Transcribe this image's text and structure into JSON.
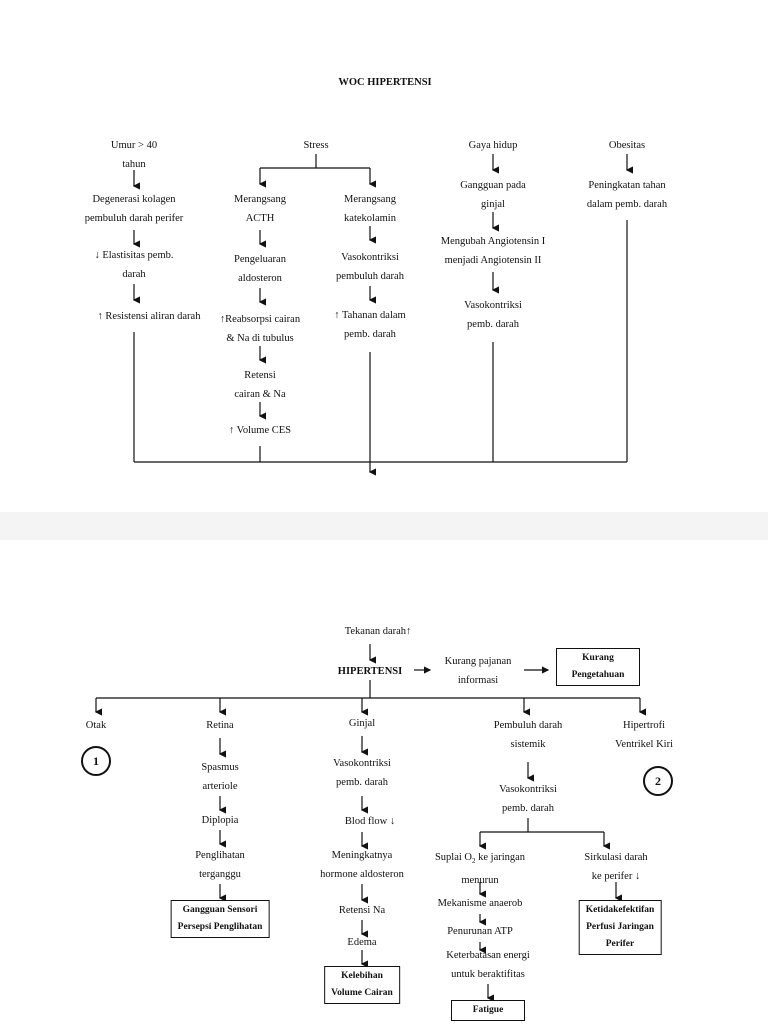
{
  "page1": {
    "title": "WOC HIPERTENSI",
    "col_umur": {
      "head": [
        "Umur > 40",
        "tahun"
      ],
      "n1": [
        "Degenerasi kolagen",
        "pembuluh darah perifer"
      ],
      "n2": [
        "Elastisitas pemb.",
        "darah"
      ],
      "n3": "Resistensi aliran darah"
    },
    "col_stress": {
      "head": "Stress",
      "a1": [
        "Merangsang",
        "ACTH"
      ],
      "a2": [
        "Pengeluaran",
        "aldosteron"
      ],
      "a3": [
        "Reabsorpsi cairan",
        "& Na di tubulus"
      ],
      "a4": [
        "Retensi",
        "cairan & Na"
      ],
      "a5": "Volume CES",
      "b1": [
        "Merangsang",
        "katekolamin"
      ],
      "b2": [
        "Vasokontriksi",
        "pembuluh darah"
      ],
      "b3": [
        "Tahanan dalam",
        "pemb. darah"
      ]
    },
    "col_gaya": {
      "head": "Gaya hidup",
      "n1": [
        "Gangguan pada",
        "ginjal"
      ],
      "n2": [
        "Mengubah Angiotensin I",
        "menjadi Angiotensin II"
      ],
      "n3": [
        "Vasokontriksi",
        "pemb. darah"
      ]
    },
    "col_obesitas": {
      "head": "Obesitas",
      "n1": [
        "Peningkatan tahan",
        "dalam pemb. darah"
      ]
    }
  },
  "page2": {
    "tekanan": "Tekanan darah",
    "hipertensi": "HIPERTENSI",
    "kurang_pajanan": [
      "Kurang pajanan",
      "informasi"
    ],
    "kurang_pengetahuan": [
      "Kurang",
      "Pengetahuan"
    ],
    "otak": "Otak",
    "circle1": "1",
    "retina": {
      "head": "Retina",
      "n1": [
        "Spasmus",
        "arteriole"
      ],
      "n2": "Diplopia",
      "n3": [
        "Penglihatan",
        "terganggu"
      ],
      "box": [
        "Gangguan Sensori",
        "Persepsi Penglihatan"
      ]
    },
    "ginjal": {
      "head": "Ginjal",
      "n1": [
        "Vasokontriksi",
        "pemb. darah"
      ],
      "n2": "Blod flow",
      "n3": [
        "Meningkatnya",
        "hormone aldosteron"
      ],
      "n4": "Retensi Na",
      "n5": "Edema",
      "box": [
        "Kelebihan",
        "Volume Cairan"
      ]
    },
    "pembuluh": {
      "head": [
        "Pembuluh darah",
        "sistemik"
      ],
      "n1": [
        "Vasokontriksi",
        "pemb. darah"
      ],
      "suplai": [
        "Suplai O",
        "2",
        " ke jaringan",
        "menurun"
      ],
      "s2": "Mekanisme anaerob",
      "s3": "Penurunan ATP",
      "s4": [
        "Keterbatasan energi",
        "untuk beraktifitas"
      ],
      "fatigue": "Fatigue",
      "sirkulasi": [
        "Sirkulasi darah",
        "ke perifer"
      ],
      "box": [
        "Ketidakefektifan",
        "Perfusi Jaringan",
        "Perifer"
      ]
    },
    "hipertrofi": [
      "Hipertrofi",
      "Ventrikel Kiri"
    ],
    "circle2": "2",
    "up_arrow": "↑",
    "down_arrow": "↓"
  }
}
